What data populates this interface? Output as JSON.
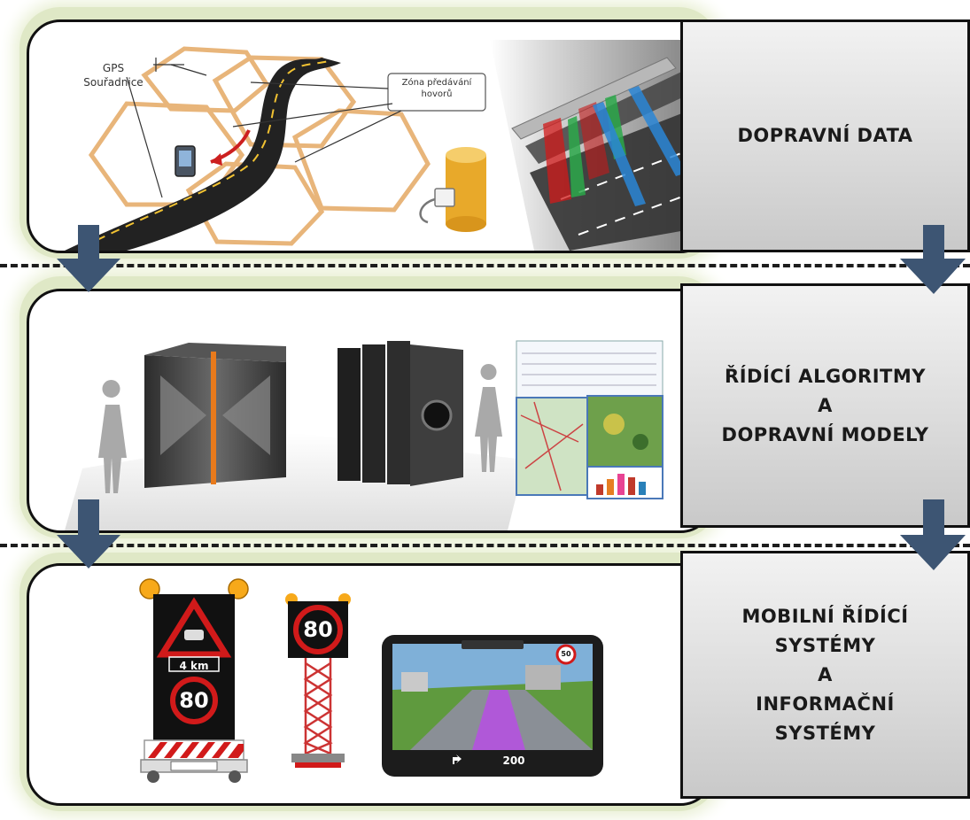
{
  "diagram": {
    "layers": [
      {
        "label": "DOPRAVNÍ DATA",
        "callouts": {
          "gps": "GPS\nSouřadnice",
          "zone": "Zóna předávání\nhovorů"
        }
      },
      {
        "label": "ŘÍDÍCÍ ALGORITMY\nA\nDOPRAVNÍ MODELY"
      },
      {
        "label": "MOBILNÍ ŘÍDÍCÍ\nSYSTÉMY\nA\nINFORMAČNÍ\nSYSTÉMY",
        "sign_distance": "4 km",
        "speed_limit": "80",
        "nav_speed": "50",
        "nav_distance": "200"
      }
    ]
  },
  "colors": {
    "arrow": "#3d5573",
    "glow": "#dfe8c6",
    "hexagon": "#e8b57a",
    "road": "#222222",
    "speed_ring": "#d11a1a"
  }
}
